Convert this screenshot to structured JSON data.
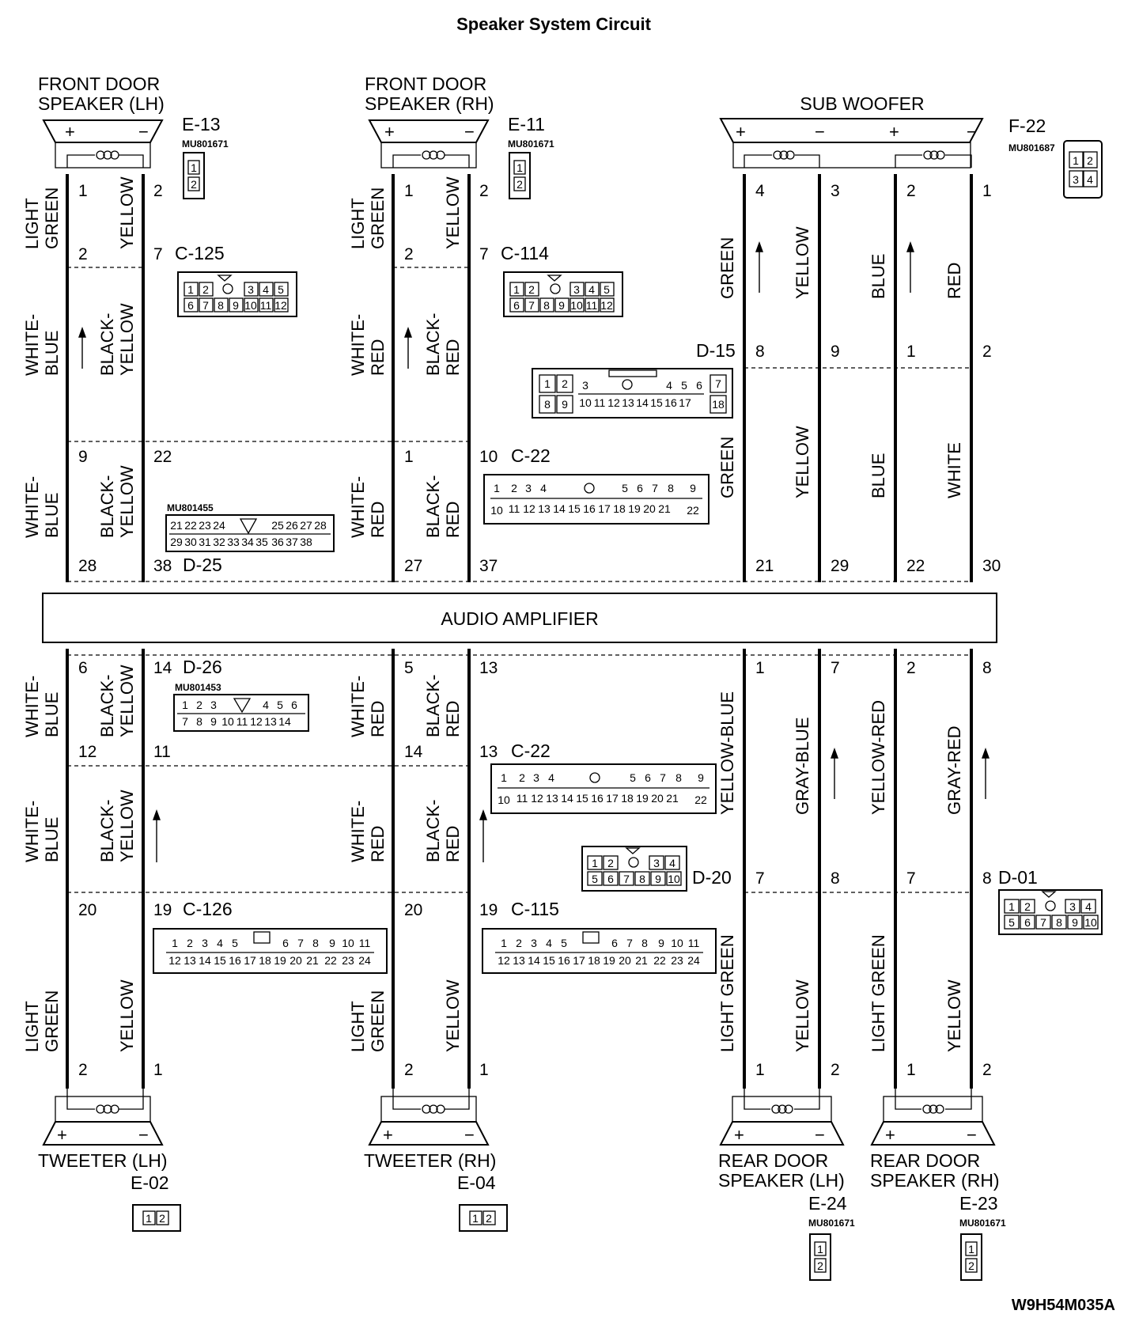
{
  "title": "Speaker System Circuit",
  "drawing_code": "W9H54M035A",
  "amplifier_label": "AUDIO AMPLIFIER",
  "speakers": {
    "front_lh": {
      "line1": "FRONT DOOR",
      "line2": "SPEAKER (LH)",
      "connector": "E-13",
      "part": "MU801671"
    },
    "front_rh": {
      "line1": "FRONT DOOR",
      "line2": "SPEAKER (RH)",
      "connector": "E-11",
      "part": "MU801671"
    },
    "sub": {
      "line1": "SUB WOOFER",
      "connector": "F-22",
      "part": "MU801687"
    },
    "tweeter_lh": {
      "line1": "TWEETER (LH)",
      "connector": "E-02"
    },
    "tweeter_rh": {
      "line1": "TWEETER (RH)",
      "connector": "E-04"
    },
    "rear_lh": {
      "line1": "REAR DOOR",
      "line2": "SPEAKER (LH)",
      "connector": "E-24",
      "part": "MU801671"
    },
    "rear_rh": {
      "line1": "REAR DOOR",
      "line2": "SPEAKER (RH)",
      "connector": "E-23",
      "part": "MU801671"
    }
  },
  "connectors": {
    "c125": "C-125",
    "c114": "C-114",
    "d15": "D-15",
    "c22": "C-22",
    "d25": "D-25",
    "d25_part": "MU801455",
    "d26": "D-26",
    "d26_part": "MU801453",
    "c22b": "C-22",
    "d20": "D-20",
    "d01": "D-01",
    "c126": "C-126",
    "c115": "C-115"
  },
  "wire_colors": {
    "light": "LIGHT",
    "green": "GREEN",
    "yellow": "YELLOW",
    "white_dash": "WHITE-",
    "blue": "BLUE",
    "red": "RED",
    "black_dash": "BLACK-",
    "white": "WHITE",
    "yellow_blue": "YELLOW-BLUE",
    "gray_blue": "GRAY-BLUE",
    "yellow_red": "YELLOW-RED",
    "gray_red": "GRAY-RED",
    "light_green": "LIGHT GREEN"
  },
  "pins": {
    "a1": "1",
    "a2": "2",
    "a3": "2",
    "a4": "7",
    "a5": "9",
    "a6": "22",
    "a7": "28",
    "a8": "38",
    "b1": "1",
    "b2": "2",
    "b3": "2",
    "b4": "7",
    "b5": "1",
    "b6": "10",
    "b7": "27",
    "b8": "37",
    "s1": "4",
    "s2": "3",
    "s3": "2",
    "s4": "1",
    "s5": "8",
    "s6": "9",
    "s7": "1",
    "s8": "2",
    "s9": "21",
    "s10": "29",
    "s11": "22",
    "s12": "30",
    "c1": "6",
    "c2": "14",
    "c3": "12",
    "c4": "11",
    "c5": "20",
    "c6": "19",
    "c7": "2",
    "c8": "1",
    "d1": "5",
    "d2": "13",
    "d3": "14",
    "d4": "13",
    "d5": "20",
    "d6": "19",
    "d7": "2",
    "d8": "1",
    "r1": "1",
    "r2": "7",
    "r3": "2",
    "r4": "8",
    "r5": "7",
    "r6": "8",
    "r7": "7",
    "r8": "8",
    "r9": "1",
    "r10": "2",
    "r11": "1",
    "r12": "2"
  },
  "icons": [
    "speaker-icon",
    "voice-coil-icon",
    "arrow-up-icon",
    "connector-icon"
  ]
}
